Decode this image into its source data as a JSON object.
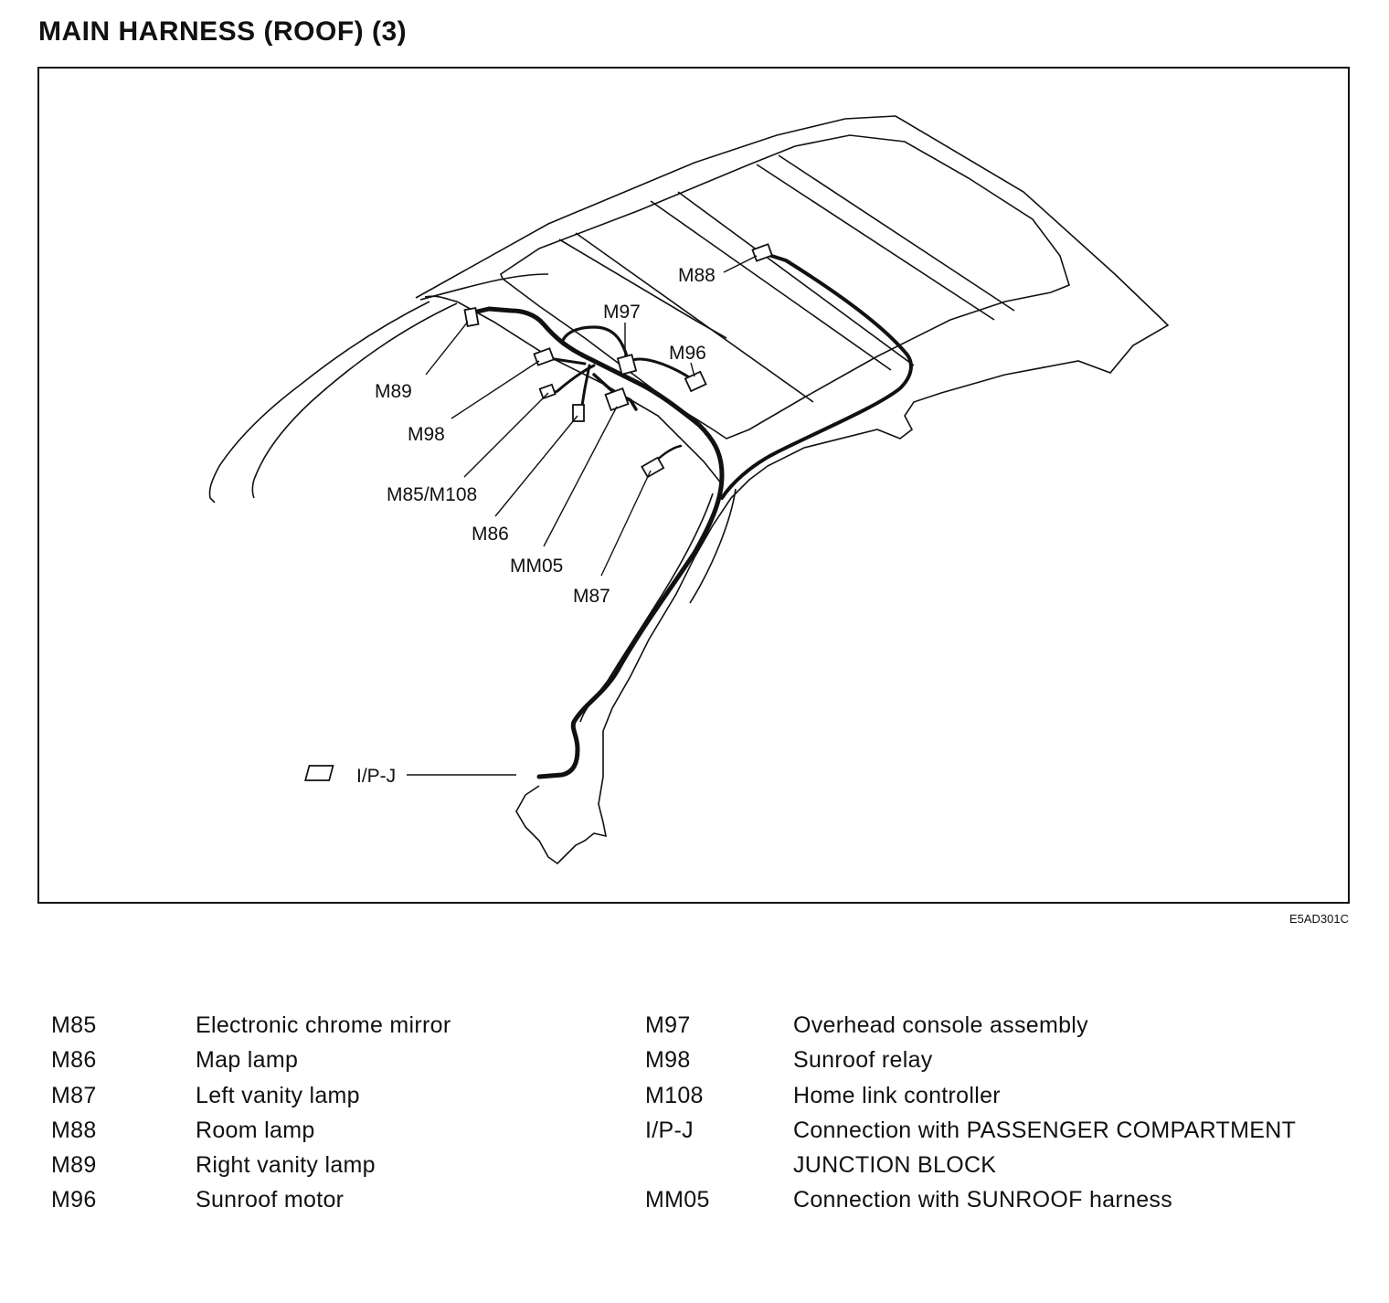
{
  "title": "MAIN HARNESS (ROOF) (3)",
  "figure_code": "E5AD301C",
  "callouts": {
    "m88": "M88",
    "m97": "M97",
    "m96": "M96",
    "m89": "M89",
    "m98": "M98",
    "m85_m108": "M85/M108",
    "m86": "M86",
    "mm05": "MM05",
    "m87": "M87",
    "ipj": "I/P-J"
  },
  "legend_left": [
    {
      "code": "M85",
      "desc": "Electronic chrome mirror"
    },
    {
      "code": "M86",
      "desc": "Map lamp"
    },
    {
      "code": "M87",
      "desc": "Left vanity lamp"
    },
    {
      "code": "M88",
      "desc": "Room lamp"
    },
    {
      "code": "M89",
      "desc": "Right vanity lamp"
    },
    {
      "code": "M96",
      "desc": "Sunroof motor"
    }
  ],
  "legend_right": [
    {
      "code": "M97",
      "desc": "Overhead console assembly"
    },
    {
      "code": "M98",
      "desc": "Sunroof relay"
    },
    {
      "code": "M108",
      "desc": "Home link controller"
    },
    {
      "code": "I/P-J",
      "desc": "Connection with PASSENGER COMPARTMENT"
    },
    {
      "code": "",
      "desc": "JUNCTION BLOCK"
    },
    {
      "code": "MM05",
      "desc": "Connection with SUNROOF harness"
    }
  ]
}
